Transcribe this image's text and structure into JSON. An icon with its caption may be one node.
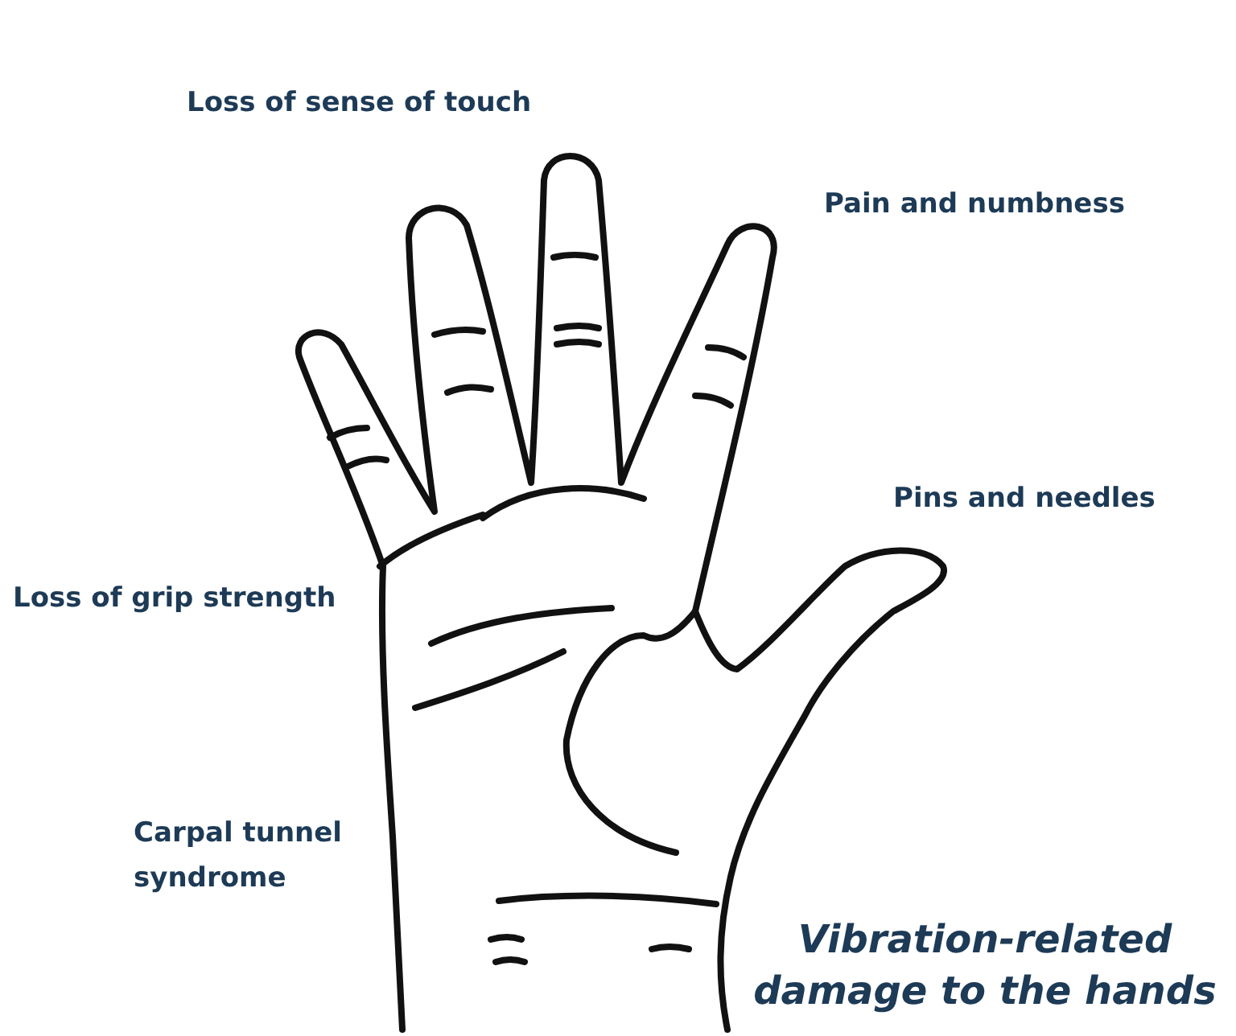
{
  "diagram": {
    "caption": "Vibration-related damage to the hands",
    "labels": [
      "Loss of sense of touch",
      "Pain and numbness",
      "Pins and needles",
      "Loss of grip strength",
      "Carpal tunnel syndrome"
    ]
  }
}
